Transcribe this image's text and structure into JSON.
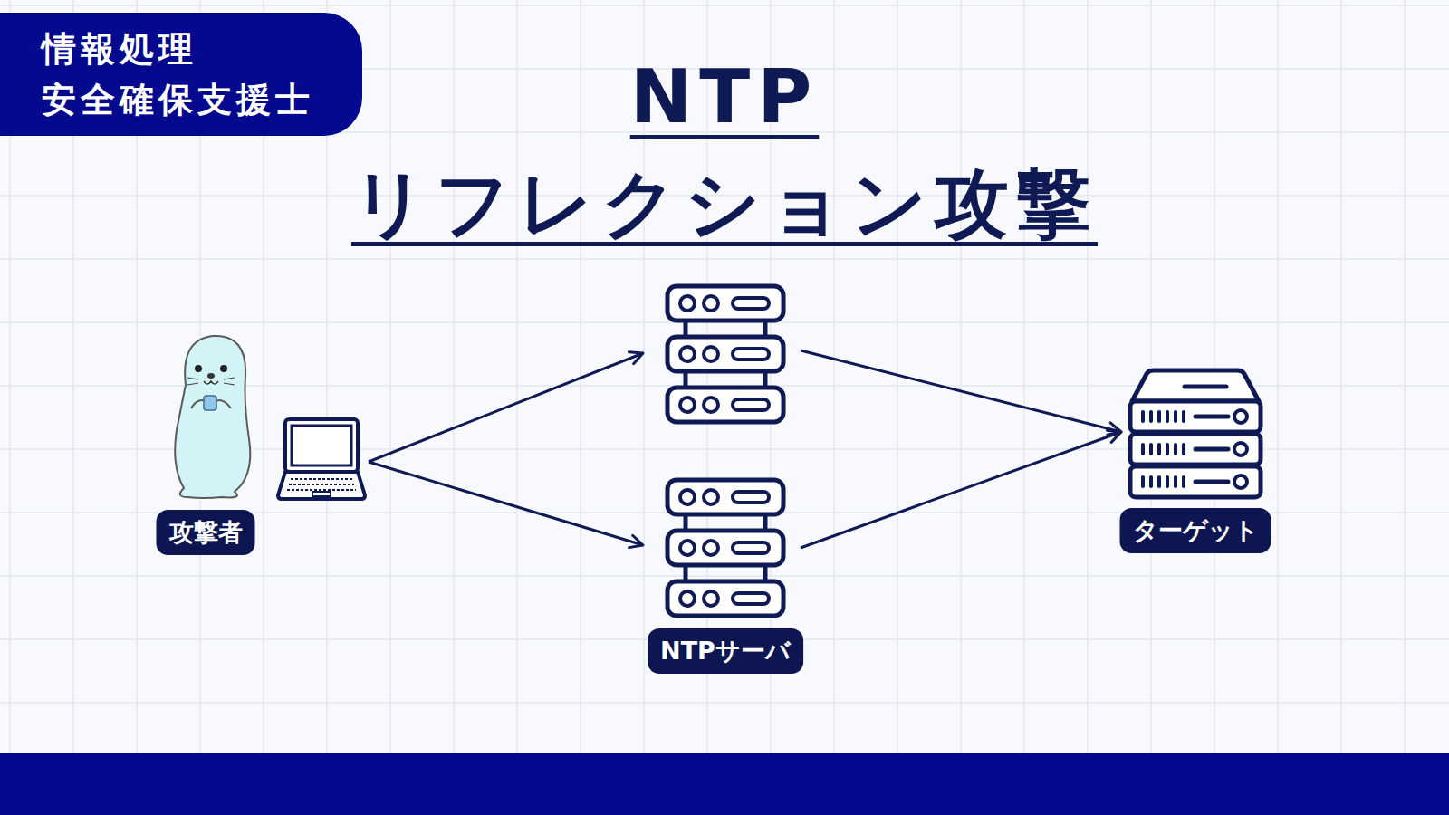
{
  "diagram": {
    "title": "NTP リフレクション攻撃",
    "nodes": [
      {
        "text": [
          "情報処理 安全確保支援士"
        ]
      },
      {
        "text": [
          "攻撃者"
        ]
      },
      {
        "text": [
          "NTPサーバ"
        ]
      },
      {
        "text": [
          "ターゲット"
        ]
      }
    ],
    "edges": [
      {
        "from": 1,
        "to": 2,
        "arrow": "to"
      },
      {
        "from": 2,
        "to": 3,
        "arrow": "to"
      }
    ]
  }
}
